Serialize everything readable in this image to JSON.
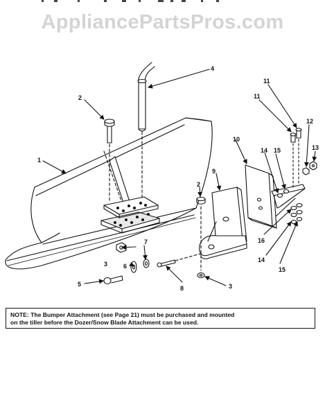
{
  "watermark": "AppliancePartsPros.com",
  "callouts": {
    "c1": "1",
    "c2a": "2",
    "c2b": "2",
    "c3a": "3",
    "c3b": "3",
    "c4": "4",
    "c5": "5",
    "c6": "6",
    "c7": "7",
    "c8": "8",
    "c9": "9",
    "c10": "10",
    "c11a": "11",
    "c11b": "11",
    "c12": "12",
    "c13": "13",
    "c14a": "14",
    "c14b": "14",
    "c15a": "15",
    "c15b": "15",
    "c16": "16"
  },
  "note": {
    "line1": "NOTE:  The Bumper Attachment (see Page 21) must be purchased and mounted",
    "line2": "on the tiller before the Dozer/Snow Blade Attachment can be used."
  }
}
